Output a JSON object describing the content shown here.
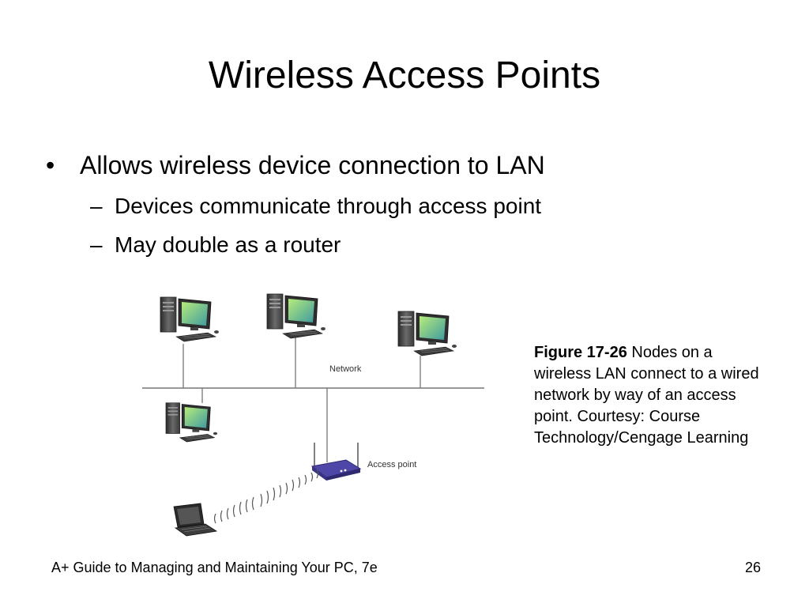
{
  "slide": {
    "title": "Wireless Access Points",
    "bullets": [
      {
        "text": "Allows wireless device connection to LAN",
        "subs": [
          "Devices communicate through access point",
          "May double as a router"
        ]
      }
    ]
  },
  "diagram": {
    "network_label": "Network",
    "access_point_label": "Access point",
    "colors": {
      "screen_light": "#b6ec7a",
      "screen_dark": "#3f9aa0",
      "router": "#4f47a8"
    }
  },
  "caption": {
    "figure_number": "Figure 17-26",
    "text": " Nodes on a wireless LAN connect to a wired network by way of an access point. Courtesy: Course Technology/Cengage Learning"
  },
  "footer": {
    "book_title": "A+ Guide to Managing and Maintaining Your PC, 7e",
    "page_number": "26"
  }
}
